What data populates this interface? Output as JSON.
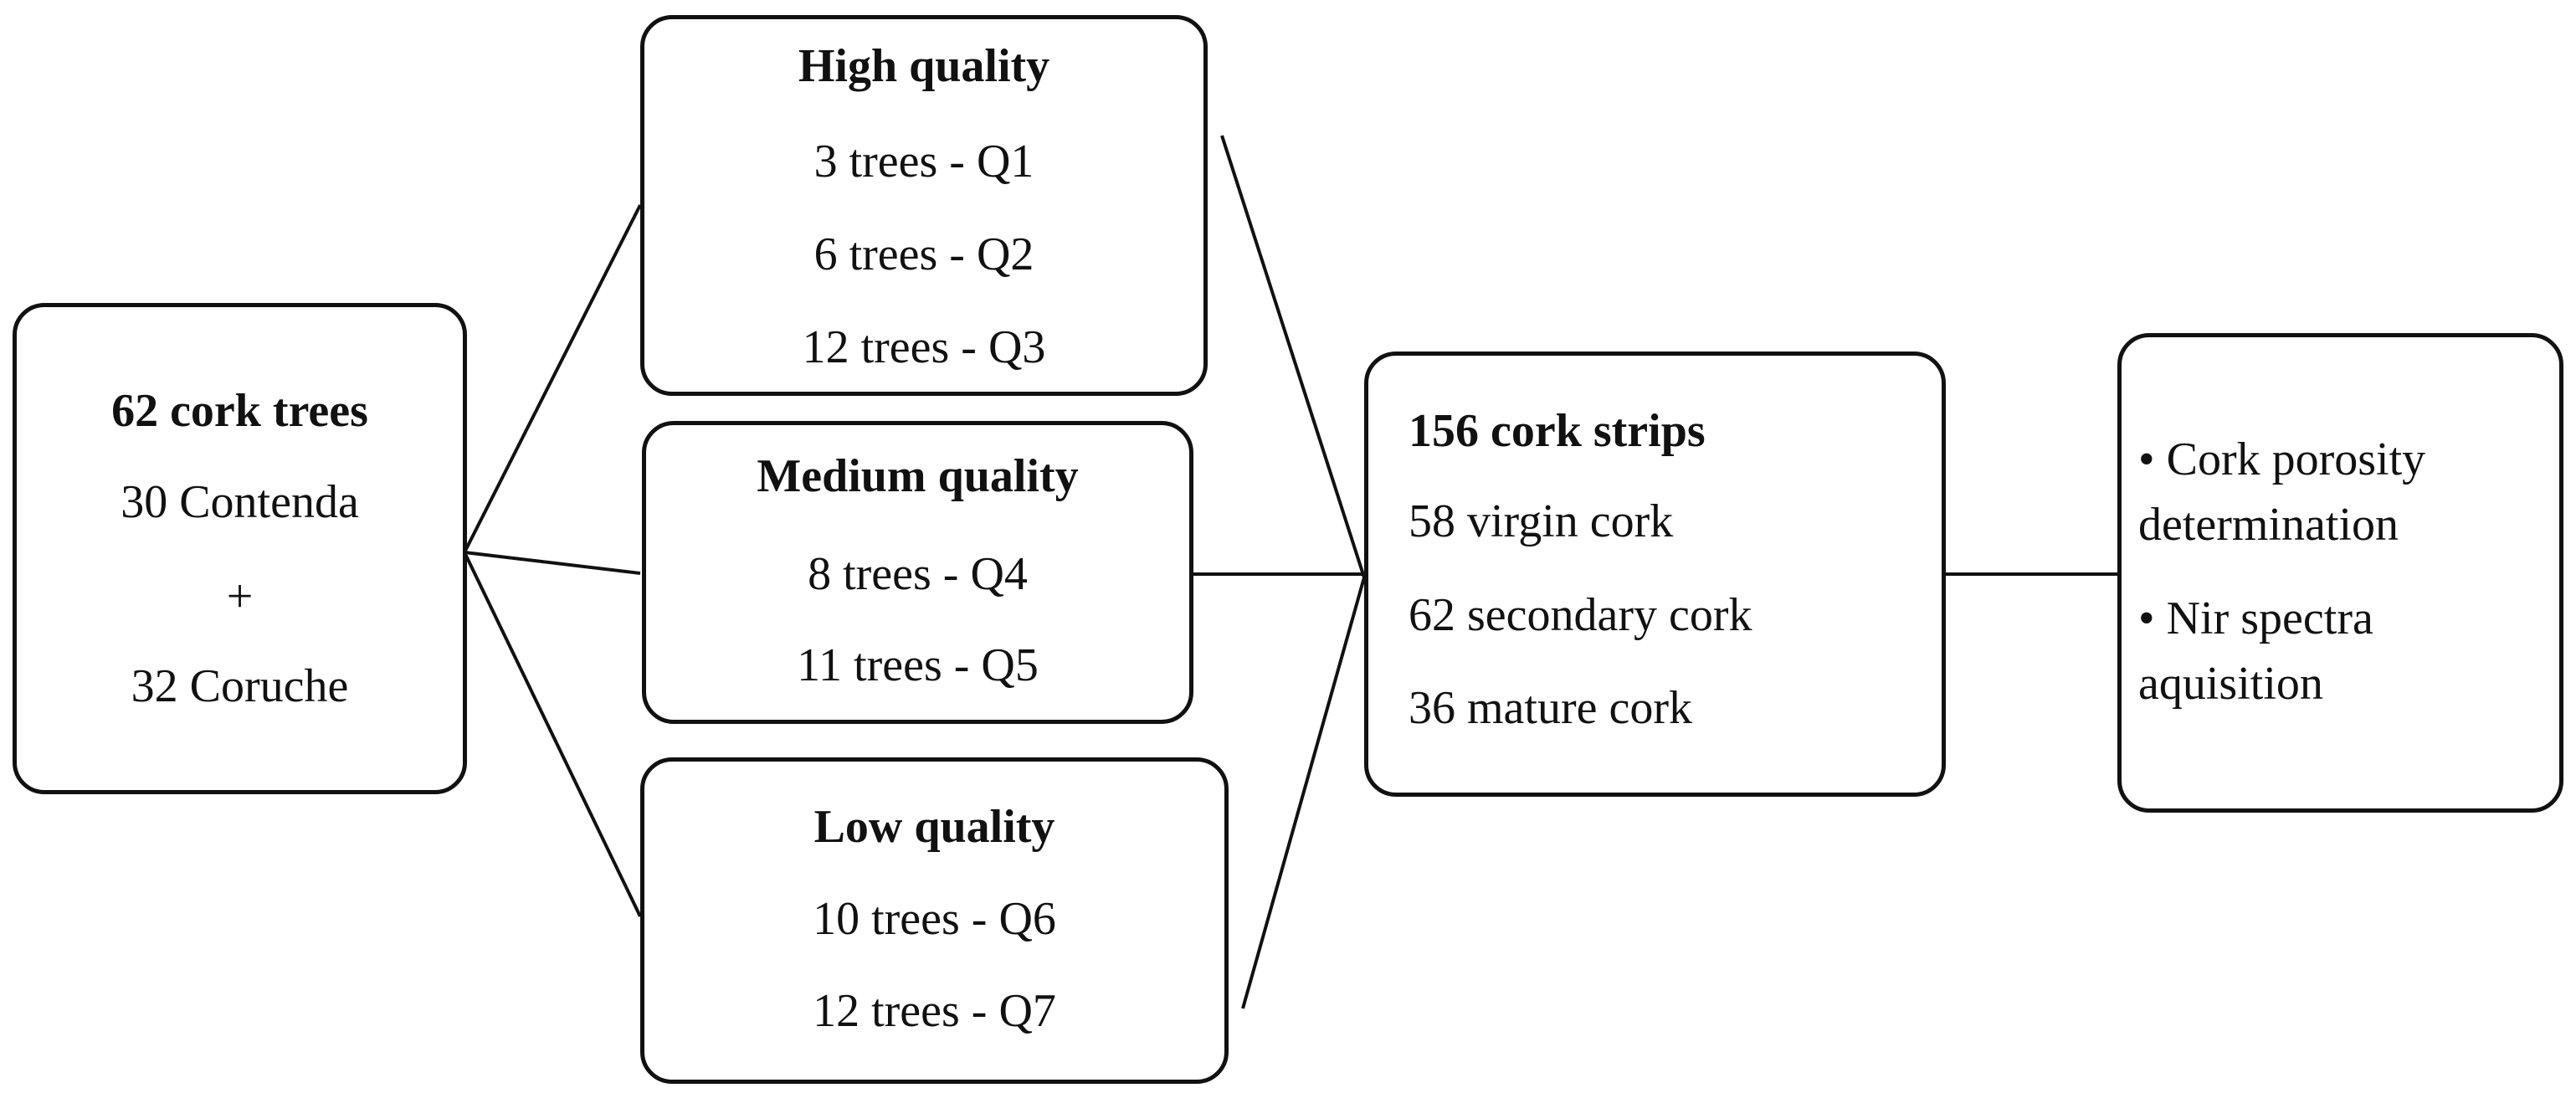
{
  "diagram": {
    "source": {
      "title": "62 cork trees",
      "lines": [
        "30 Contenda",
        "+",
        "32 Coruche"
      ]
    },
    "high": {
      "title": "High quality",
      "lines": [
        "3 trees - Q1",
        "6 trees - Q2",
        "12 trees - Q3"
      ]
    },
    "medium": {
      "title": "Medium quality",
      "lines": [
        "8 trees - Q4",
        "11 trees - Q5"
      ]
    },
    "low": {
      "title": "Low quality",
      "lines": [
        "10 trees - Q6",
        "12 trees - Q7"
      ]
    },
    "strips": {
      "title": "156 cork strips",
      "lines": [
        "58 virgin cork",
        "62 secondary cork",
        "36 mature cork"
      ]
    },
    "analysis": {
      "items": [
        "• Cork porosity",
        "determination",
        "• Nir spectra",
        "aquisition"
      ]
    }
  }
}
